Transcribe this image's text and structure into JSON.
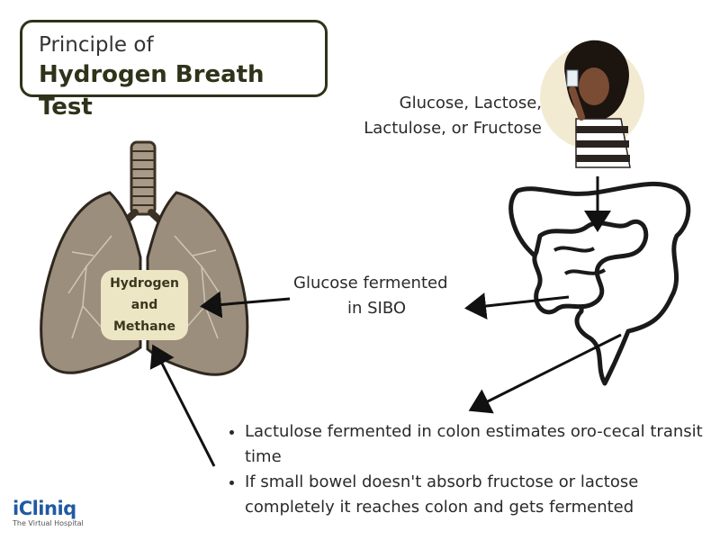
{
  "title": {
    "line1": "Principle of",
    "line2": "Hydrogen Breath Test"
  },
  "substrates": {
    "line1": "Glucose, Lactose,",
    "line2": "Lactulose, or Fructose"
  },
  "glucose_label": {
    "line1": "Glucose fermented",
    "line2": "in SIBO"
  },
  "gas_box": {
    "line1": "Hydrogen",
    "line2": "and",
    "line3": "Methane"
  },
  "bullets": [
    "Lactulose fermented in colon estimates oro-cecal transit time",
    "If small bowel doesn't absorb fructose or lactose completely it reaches colon and gets fermented"
  ],
  "logo": {
    "name": "iCliniq",
    "tagline": "The Virtual Hospital"
  },
  "colors": {
    "title_border": "#2f3319",
    "gas_box_bg": "#ece6c4",
    "lung_fill": "#9b8e7c",
    "logo_blue": "#1f5aa3"
  }
}
